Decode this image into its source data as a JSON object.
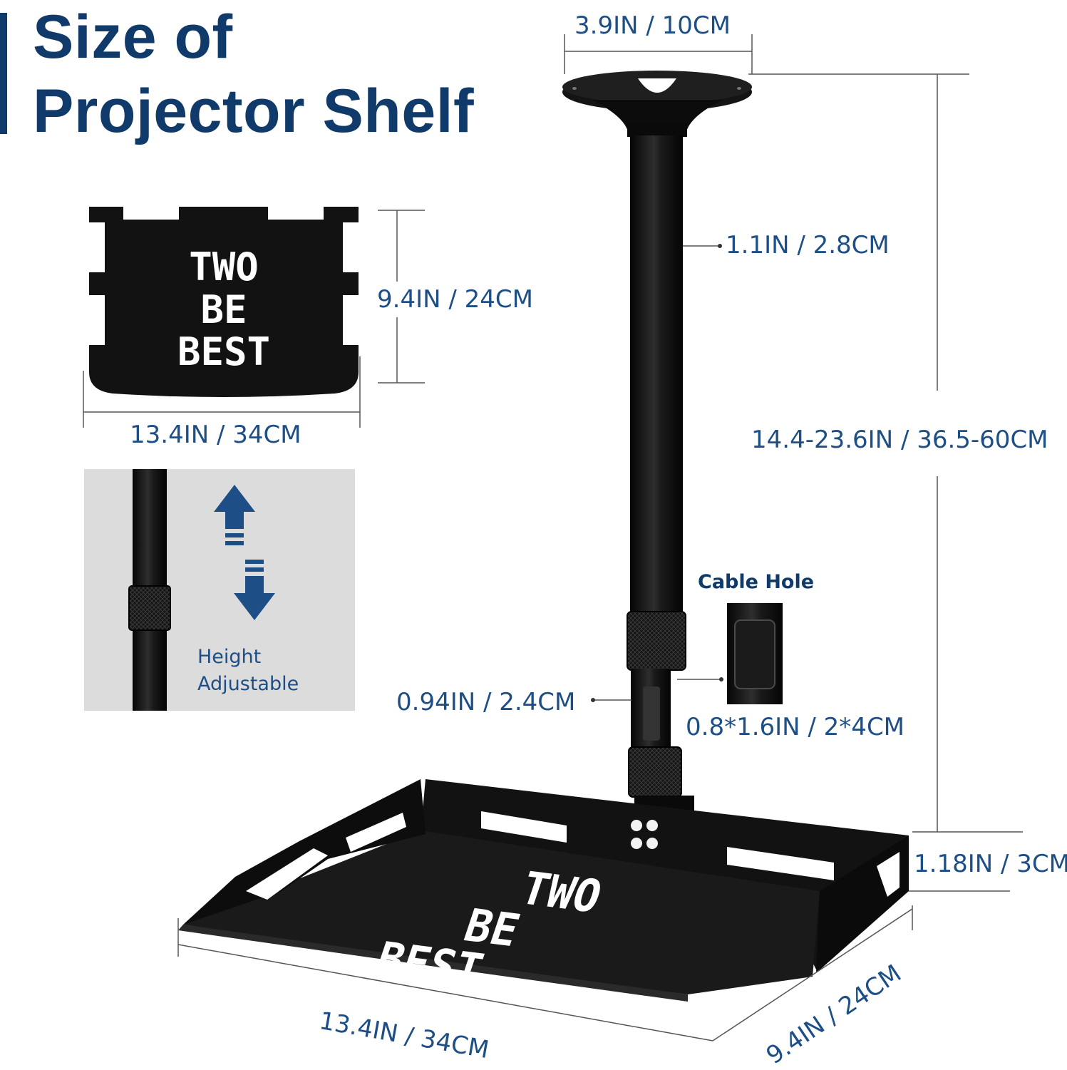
{
  "title": {
    "line1": "Size of",
    "line2": "Projector Shelf"
  },
  "dimensions": {
    "mount_plate": "3.9IN / 10CM",
    "pole_diameter": "1.1IN / 2.8CM",
    "total_height": "14.4-23.6IN / 36.5-60CM",
    "top_view_depth": "9.4IN / 24CM",
    "top_view_width": "13.4IN / 34CM",
    "lower_pole_diameter": "0.94IN / 2.4CM",
    "cable_hole_size": "0.8*1.6IN / 2*4CM",
    "shelf_lip_height": "1.18IN / 3CM",
    "shelf_width": "13.4IN / 34CM",
    "shelf_depth": "9.4IN / 24CM"
  },
  "cable_hole": {
    "label": "Cable Hole"
  },
  "height_adjust": {
    "line1": "Height",
    "line2": "Adjustable"
  },
  "logo": {
    "line1": "TWO",
    "line2": "BE",
    "line3": "BEST"
  },
  "colors": {
    "brand_blue": "#0f3a6a",
    "label_blue": "#1d4f86",
    "metal_black": "#111111",
    "panel_grey": "#dcdcdc"
  }
}
